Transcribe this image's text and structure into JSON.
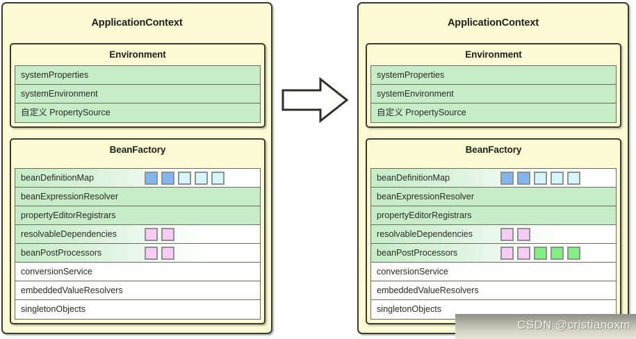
{
  "diagram": {
    "title_left": "ApplicationContext",
    "title_right": "ApplicationContext",
    "arrow_icon": "arrow-right-icon"
  },
  "colors": {
    "panel_bg": "#fcfbd4",
    "panel_border": "#3a3a32",
    "row_green": "#c6edc8",
    "row_white": "#ffffff",
    "token_blue": "#83b6f0",
    "token_cyan": "#d4f7fc",
    "token_pink": "#f8caf5",
    "token_green": "#83ef83",
    "token_border": "#8f938f"
  },
  "left": {
    "title": "ApplicationContext",
    "environment": {
      "title": "Environment",
      "rows": [
        {
          "label": "systemProperties",
          "style": "green",
          "tokens": []
        },
        {
          "label": "systemEnvironment",
          "style": "green",
          "tokens": []
        },
        {
          "label": "自定义 PropertySource",
          "style": "green",
          "tokens": []
        }
      ]
    },
    "beanfactory": {
      "title": "BeanFactory",
      "rows": [
        {
          "label": "beanDefinitionMap",
          "style": "gradient",
          "tokens": [
            "blue",
            "blue",
            "cyan",
            "cyan",
            "cyan"
          ]
        },
        {
          "label": "beanExpressionResolver",
          "style": "green",
          "tokens": []
        },
        {
          "label": "propertyEditorRegistrars",
          "style": "green",
          "tokens": []
        },
        {
          "label": "resolvableDependencies",
          "style": "gradient",
          "tokens": [
            "pink",
            "pink"
          ]
        },
        {
          "label": "beanPostProcessors",
          "style": "gradient",
          "tokens": [
            "pink",
            "pink"
          ]
        },
        {
          "label": "conversionService",
          "style": "white",
          "tokens": []
        },
        {
          "label": "embeddedValueResolvers",
          "style": "white",
          "tokens": []
        },
        {
          "label": "singletonObjects",
          "style": "white",
          "tokens": []
        }
      ]
    }
  },
  "right": {
    "title": "ApplicationContext",
    "environment": {
      "title": "Environment",
      "rows": [
        {
          "label": "systemProperties",
          "style": "green",
          "tokens": []
        },
        {
          "label": "systemEnvironment",
          "style": "green",
          "tokens": []
        },
        {
          "label": "自定义 PropertySource",
          "style": "green",
          "tokens": []
        }
      ]
    },
    "beanfactory": {
      "title": "BeanFactory",
      "rows": [
        {
          "label": "beanDefinitionMap",
          "style": "gradient",
          "tokens": [
            "blue",
            "blue",
            "cyan",
            "cyan",
            "cyan"
          ]
        },
        {
          "label": "beanExpressionResolver",
          "style": "green",
          "tokens": []
        },
        {
          "label": "propertyEditorRegistrars",
          "style": "green",
          "tokens": []
        },
        {
          "label": "resolvableDependencies",
          "style": "gradient",
          "tokens": [
            "pink",
            "pink"
          ]
        },
        {
          "label": "beanPostProcessors",
          "style": "gradient",
          "tokens": [
            "pink",
            "pink",
            "green",
            "green",
            "green"
          ]
        },
        {
          "label": "conversionService",
          "style": "white",
          "tokens": []
        },
        {
          "label": "embeddedValueResolvers",
          "style": "white",
          "tokens": []
        },
        {
          "label": "singletonObjects",
          "style": "white",
          "tokens": []
        }
      ]
    }
  },
  "watermark": {
    "text": "CSDN @cristianoxm"
  }
}
